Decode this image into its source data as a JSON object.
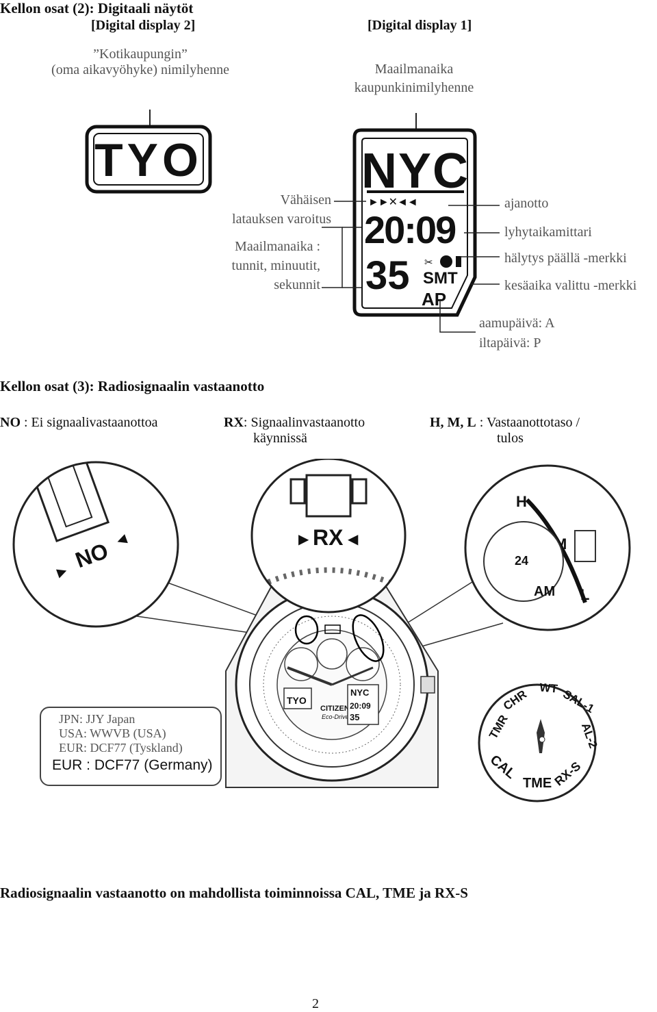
{
  "section2": {
    "title": "Kellon osat (2): Digitaali näytöt",
    "display2_label": "[Digital display 2]",
    "display1_label": "[Digital display 1]",
    "home_city_line1": "”Kotikaupungin”",
    "home_city_line2": "(oma aikavyöhyke) nimilyhenne",
    "world_time_line1": "Maailmanaika",
    "world_time_line2": "kaupunkinimilyhenne",
    "low_charge_line1": "Vähäisen",
    "low_charge_line2": "latauksen varoitus",
    "world_time_hms_line1": "Maailmanaika :",
    "world_time_hms_line2": "tunnit, minuutit,",
    "world_time_hms_line3": "sekunnit",
    "stopwatch": "ajanotto",
    "short_timer": "lyhytaikamittari",
    "alarm_on": "hälytys päällä -merkki",
    "dst": "kesäaika valittu -merkki",
    "am": "aamupäivä: A",
    "pm": "iltapäivä: P"
  },
  "display2": {
    "city": "TYO"
  },
  "display1": {
    "city": "NYC",
    "time": "20:09",
    "seconds": "35",
    "smt": "SMT",
    "ap": "AP"
  },
  "section3": {
    "title": "Kellon osat (3): Radiosignaalin vastaanotto",
    "no_key": "NO",
    "no_desc": " : Ei signaalivastaanottoa",
    "rx_key": "RX",
    "rx_desc_line1": ": Signaalinvastaanotto",
    "rx_desc_line2": "käynnissä",
    "hml_key": "H, M, L",
    "hml_desc_line1": " : Vastaanottotaso /",
    "hml_desc_line2": "tulos"
  },
  "watch": {
    "no_label": "NO",
    "rx_label": "RX",
    "h": "H",
    "m": "M",
    "l": "L",
    "dial_24": "24",
    "dial_am": "AM",
    "brand": "CITIZEN",
    "sub_brand": "Eco-Drive",
    "mini_city_left": "TYO",
    "mini_city_right": "NYC",
    "mini_time": "20:09",
    "mini_sec": "35",
    "func_tmr": "TMR",
    "func_chr": "CHR",
    "func_wt": "WT",
    "func_sal": "SAL-1",
    "func_al2": "AL-2",
    "func_cal": "CAL",
    "func_tme": "TME",
    "func_rxs": "RX-S"
  },
  "stations": {
    "jpn": "JPN: JJY Japan",
    "usa": "USA: WWVB (USA)",
    "eur": "EUR: DCF77 (Tyskland)",
    "eur_printed": "EUR : DCF77 (Germany)"
  },
  "footer": {
    "note": "Radiosignaalin vastaanotto on mahdollista toiminnoissa CAL, TME ja RX-S",
    "page_number": "2"
  }
}
